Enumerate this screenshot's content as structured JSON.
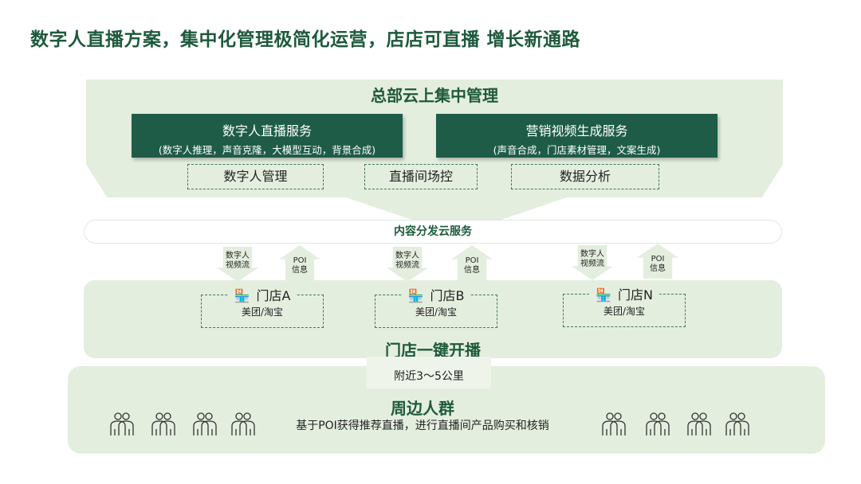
{
  "title": "数字人直播方案，集中化管理极简化运营，店店可直播 增长新通路",
  "hq": {
    "heading": "总部云上集中管理",
    "services": [
      {
        "title": "数字人直播服务",
        "desc": "(数字人推理，声音克隆，大模型互动，背景合成)"
      },
      {
        "title": "营销视频生成服务",
        "desc": "(声音合成，门店素材管理，文案生成)"
      }
    ],
    "modules": [
      "数字人管理",
      "直播间场控",
      "数据分析"
    ]
  },
  "distribution": "内容分发云服务",
  "flows": {
    "down": "数字人\n视频流",
    "down_l1": "数字人",
    "down_l2": "视频流",
    "up_l1": "POI",
    "up_l2": "信息"
  },
  "stores": {
    "items": [
      {
        "name": "门店A",
        "platform": "美团/淘宝"
      },
      {
        "name": "门店B",
        "platform": "美团/淘宝"
      },
      {
        "name": "门店N",
        "platform": "美团/淘宝"
      }
    ],
    "heading": "门店一键开播"
  },
  "radius": "附近3～5公里",
  "crowd": {
    "heading": "周边人群",
    "desc": "基于POI获得推荐直播，进行直播间产品购买和核销"
  },
  "colors": {
    "dark": "#1e5c47",
    "light": "#e4eedf",
    "title": "#1e5a3c"
  }
}
